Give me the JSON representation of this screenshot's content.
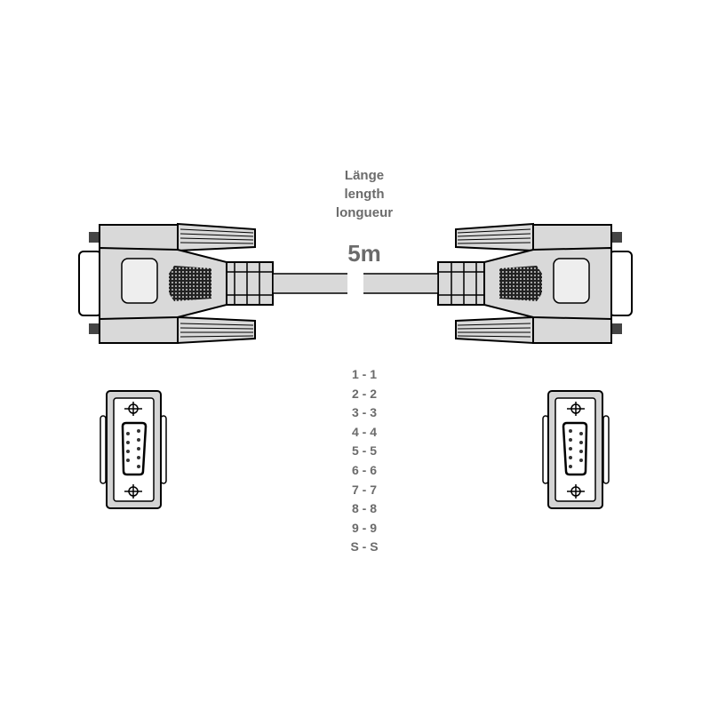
{
  "length_label": {
    "de": "Länge",
    "en": "length",
    "fr": "longueur"
  },
  "length_value": "5m",
  "pin_mapping": [
    "1 - 1",
    "2 - 2",
    "3 - 3",
    "4 - 4",
    "5 - 5",
    "6 - 6",
    "7 - 7",
    "8 - 8",
    "9 - 9",
    "S - S"
  ],
  "colors": {
    "body": "#d9d9d9",
    "outline": "#000000",
    "text": "#6b6b6b"
  }
}
